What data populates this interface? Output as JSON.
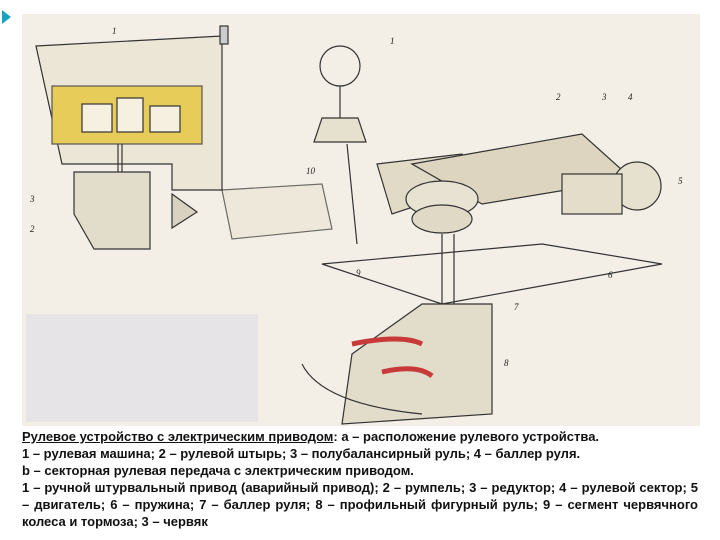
{
  "figure": {
    "labels_a": [
      "1",
      "3",
      "2"
    ],
    "labels_b": [
      "1",
      "2",
      "3",
      "4",
      "5",
      "10",
      "9",
      "6",
      "7",
      "8"
    ]
  },
  "caption": {
    "title": "Рулевое устройство с электрическим приводом",
    "line1_rest": ": а – расположение рулевого устройства.",
    "line2": "1 – рулевая машина; 2 – рулевой штырь; 3 – полубалансирный руль; 4 – баллер руля.",
    "line3": "b – секторная рулевая передача с электрическим приводом.",
    "line4": "1 – ручной штурвальный привод (аварийный привод); 2 – румпель; 3 – редуктор; 4 – рулевой сектор; 5 – двигатель; 6 – пружина; 7 – баллер руля; 8 – профильный фигурный руль; 9 – сегмент червячного колеса и тормоза; 3 – червяк"
  },
  "colors": {
    "accent": "#1aa3c0",
    "hull_yellow": "#e8cc5a",
    "arrow_red": "#c8393a"
  }
}
